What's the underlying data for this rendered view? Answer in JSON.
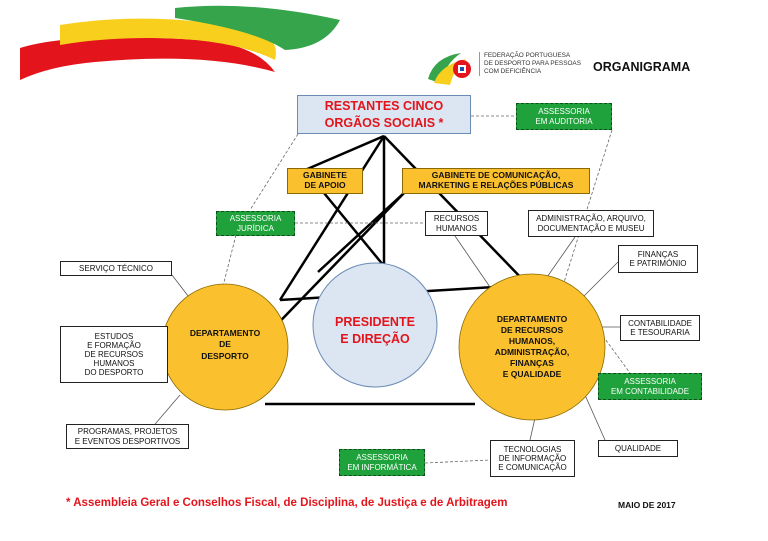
{
  "header": {
    "org_line1": "FEDERAÇÃO PORTUGUESA",
    "org_line2": "DE DESPORTO PARA PESSOAS",
    "org_line3": "COM DEFICIÊNCIA",
    "title": "ORGANIGRAMA"
  },
  "nodes": {
    "orgaos_line1": "RESTANTES CINCO",
    "orgaos_line2": "ORGÃOS SOCIAIS *",
    "auditoria_line1": "ASSESSORIA",
    "auditoria_line2": "EM AUDITORIA",
    "apoio_line1": "GABINETE",
    "apoio_line2": "DE APOIO",
    "comunicacao_line1": "GABINETE DE COMUNICAÇÃO,",
    "comunicacao_line2": "MARKETING E RELAÇÕES PÚBLICAS",
    "juridica_line1": "ASSESSORIA",
    "juridica_line2": "JURÍDICA",
    "rh_line1": "RECURSOS",
    "rh_line2": "HUMANOS",
    "admin_line1": "ADMINISTRAÇÃO, ARQUIVO,",
    "admin_line2": "DOCUMENTAÇÃO E MUSEU",
    "financas_line1": "FINANÇAS",
    "financas_line2": "E PATRIMÓNIO",
    "servico_tecnico": "SERVIÇO TÉCNICO",
    "estudos_line1": "ESTUDOS",
    "estudos_line2": "E FORMAÇÃO",
    "estudos_line3": "DE RECURSOS",
    "estudos_line4": "HUMANOS",
    "estudos_line5": "DO DESPORTO",
    "programas_line1": "PROGRAMAS, PROJETOS",
    "programas_line2": "E EVENTOS DESPORTIVOS",
    "contabilidade_line1": "CONTABILIDADE",
    "contabilidade_line2": "E TESOURARIA",
    "ass_contabilidade_line1": "ASSESSORIA",
    "ass_contabilidade_line2": "EM CONTABILIDADE",
    "qualidade": "QUALIDADE",
    "ti_line1": "TECNOLOGIAS",
    "ti_line2": "DE INFORMAÇÃO",
    "ti_line3": "E COMUNICAÇÃO",
    "informatica_line1": "ASSESSORIA",
    "informatica_line2": "EM INFORMÁTICA",
    "desporto_line1": "DEPARTAMENTO",
    "desporto_line2": "DE",
    "desporto_line3": "DESPORTO",
    "presidente_line1": "PRESIDENTE",
    "presidente_line2": "E DIREÇÃO",
    "drh_line1": "DEPARTAMENTO",
    "drh_line2": "DE RECURSOS",
    "drh_line3": "HUMANOS,",
    "drh_line4": "ADMINISTRAÇÃO,",
    "drh_line5": "FINANÇAS",
    "drh_line6": "E QUALIDADE"
  },
  "footer": {
    "note": "* Assembleia Geral e Conselhos Fiscal, de Disciplina, de Justiça e de Arbitragem",
    "date": "MAIO DE 2017"
  },
  "colors": {
    "red": "#e3141b",
    "green": "#1fa23c",
    "yellow": "#fbc02d",
    "light_blue": "#dce6f2"
  }
}
